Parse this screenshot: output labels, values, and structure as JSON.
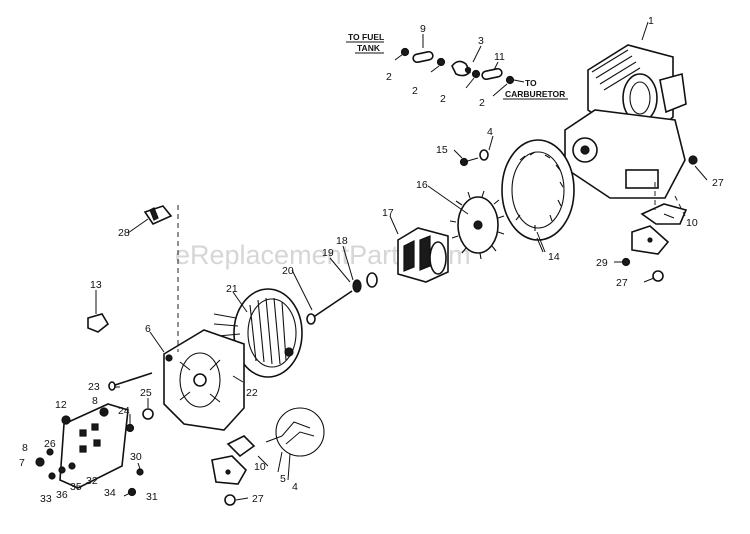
{
  "watermark": "eReplacementParts.com",
  "notes": {
    "to_fuel_tank_line1": "TO FUEL",
    "to_fuel_tank_line2": "TANK",
    "to_carburetor_line1": "TO",
    "to_carburetor_line2": "CARBURETOR"
  },
  "callouts": {
    "c1": "1",
    "c2a": "2",
    "c2b": "2",
    "c2c": "2",
    "c2d": "2",
    "c3": "3",
    "c4a": "4",
    "c4b": "4",
    "c5": "5",
    "c6": "6",
    "c7": "7",
    "c8a": "8",
    "c8b": "8",
    "c9": "9",
    "c10a": "10",
    "c10b": "10",
    "c11": "11",
    "c12": "12",
    "c13": "13",
    "c14": "14",
    "c15": "15",
    "c16": "16",
    "c17": "17",
    "c18": "18",
    "c19": "19",
    "c20": "20",
    "c21": "21",
    "c22": "22",
    "c23": "23",
    "c24": "24",
    "c25": "25",
    "c26": "26",
    "c27a": "27",
    "c27b": "27",
    "c27c": "27",
    "c28": "28",
    "c29": "29",
    "c30": "30",
    "c31": "31",
    "c32": "32",
    "c33": "33",
    "c34": "34",
    "c35": "35",
    "c36": "36"
  }
}
